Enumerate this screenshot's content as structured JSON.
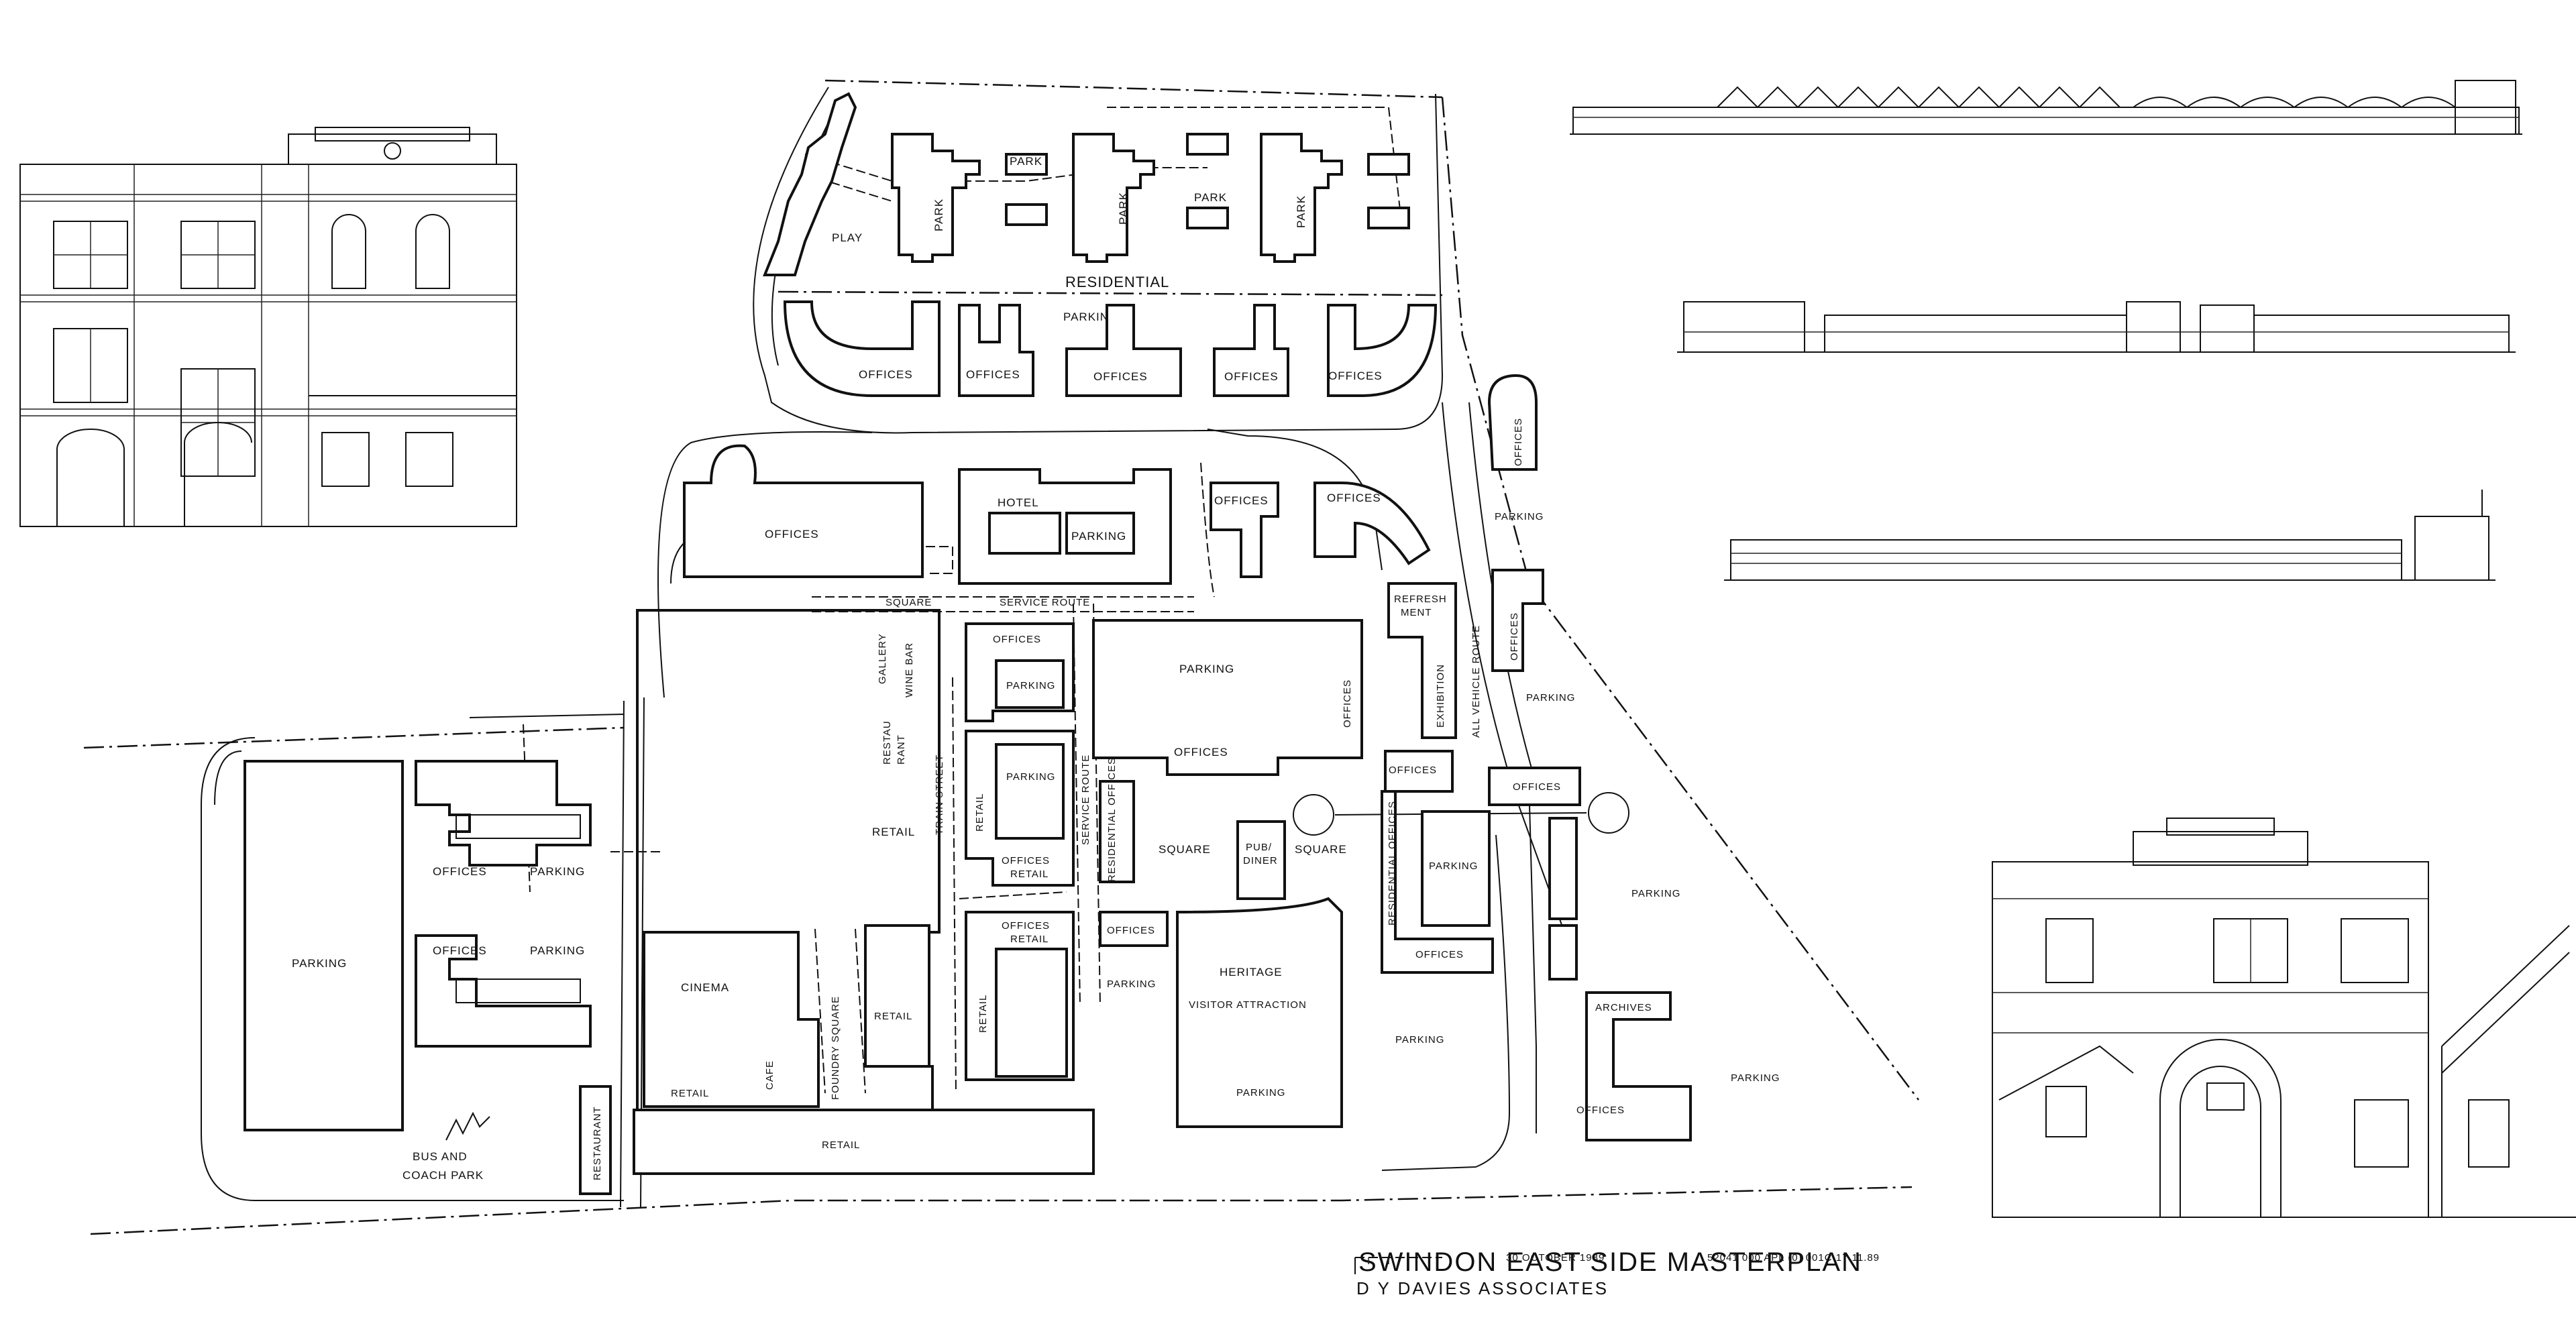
{
  "plan": {
    "title": "SWINDON EAST SIDE MASTERPLAN",
    "date": "30 OCTOBER 1989",
    "drawing_ref": "52041 000 APL (0) 001C 17.11.89",
    "firm": "D Y DAVIES ASSOCIATES"
  },
  "labels": {
    "residential": "RESIDENTIAL",
    "play": "PLAY",
    "park": "PARK",
    "parking": "PARKING",
    "offices": "OFFICES",
    "hotel": "HOTEL",
    "square": "SQUARE",
    "service_route": "SERVICE ROUTE",
    "refreshment_1": "REFRESH",
    "refreshment_2": "MENT",
    "exhibition": "EXHIBITION",
    "all_vehicle_route": "ALL VEHICLE ROUTE",
    "restaurant_1": "RESTAU",
    "restaurant_2": "RANT",
    "gallery": "GALLERY",
    "wine_bar": "WINE BAR",
    "retail": "RETAIL",
    "train_street": "TRAIN STREET",
    "residential_offices": "RESIDENTIAL OFFICES",
    "pub_1": "PUB/",
    "pub_2": "DINER",
    "heritage": "HERITAGE",
    "visitor_attraction": "VISITOR ATTRACTION",
    "cinema": "CINEMA",
    "cafe": "CAFE",
    "foundry_square": "FOUNDRY SQUARE",
    "restaurant": "RESTAURANT",
    "bus_1": "BUS AND",
    "bus_2": "COACH PARK",
    "archives": "ARCHIVES",
    "offices_retail_1": "OFFICES",
    "offices_retail_2": "RETAIL"
  },
  "icons": {
    "scale_bar": "scale-bar-icon",
    "building_elevation": "building-elevation-icon",
    "street_elevation": "street-elevation-icon"
  }
}
